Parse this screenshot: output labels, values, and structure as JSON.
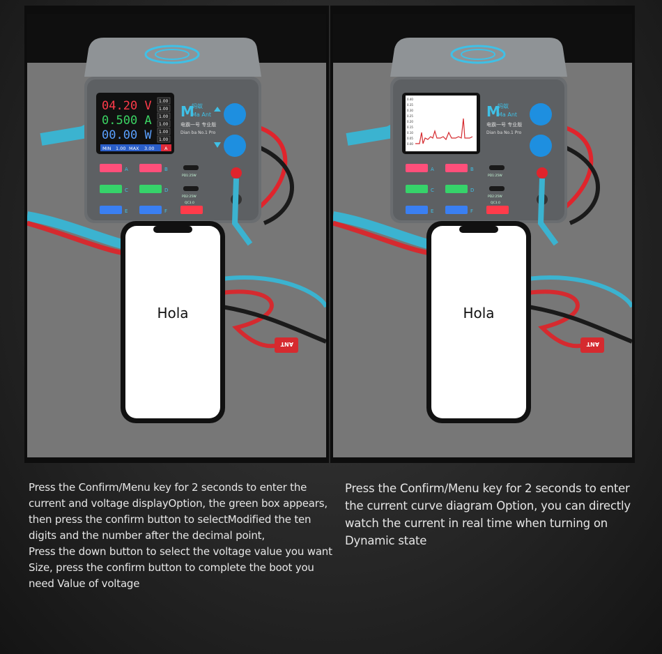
{
  "panels": [
    {
      "id": "left",
      "device": {
        "brand_top": "蚂蚁",
        "brand": "Ma Ant",
        "subtitle_cn": "电霸一号 专业版",
        "subtitle_en": "Dian ba No.1 Pro",
        "screen_mode": "readout",
        "voltage": "04.20 V",
        "current": "0.500 A",
        "power": "00.00 W",
        "side_values": [
          "1.00",
          "1.00",
          "1.00",
          "1.00",
          "1.00",
          "1.00"
        ],
        "footer": [
          "MIN",
          "1.00",
          "MAX",
          "3.00",
          "A"
        ],
        "ports": [
          "A",
          "B",
          "C",
          "D",
          "E",
          "F"
        ],
        "pd_labels": [
          "PD1:25W",
          "PD2:25W",
          "QC3.0"
        ]
      },
      "phone_text": "Hola",
      "connector_label": "ANT"
    },
    {
      "id": "right",
      "device": {
        "brand_top": "蚂蚁",
        "brand": "Ma Ant",
        "subtitle_cn": "电霸一号 专业版",
        "subtitle_en": "Dian ba No.1 Pro",
        "screen_mode": "curve",
        "y_ticks": [
          "0.40",
          "0.35",
          "0.30",
          "0.25",
          "0.20",
          "0.15",
          "0.10",
          "0.05",
          "0.00"
        ],
        "ports": [
          "A",
          "B",
          "C",
          "D",
          "E",
          "F"
        ],
        "pd_labels": [
          "PD1:25W",
          "PD2:25W",
          "QC3.0"
        ]
      },
      "phone_text": "Hola",
      "connector_label": "ANT"
    }
  ],
  "captions": {
    "left": [
      "Press the Confirm/Menu key for 2 seconds to enter the",
      "current and voltage displayOption, the green box appears,",
      "then press the confirm button to selectModified the ten",
      "digits and the number after the decimal point,",
      "Press the down button to select the voltage value you want",
      "Size, press the confirm button to complete the boot you",
      "need Value of voltage"
    ],
    "right": [
      "Press the Confirm/Menu key for 2 seconds to enter",
      "the current curve diagram Option, you can directly",
      "watch the current in real time when turning on",
      "Dynamic state"
    ]
  }
}
